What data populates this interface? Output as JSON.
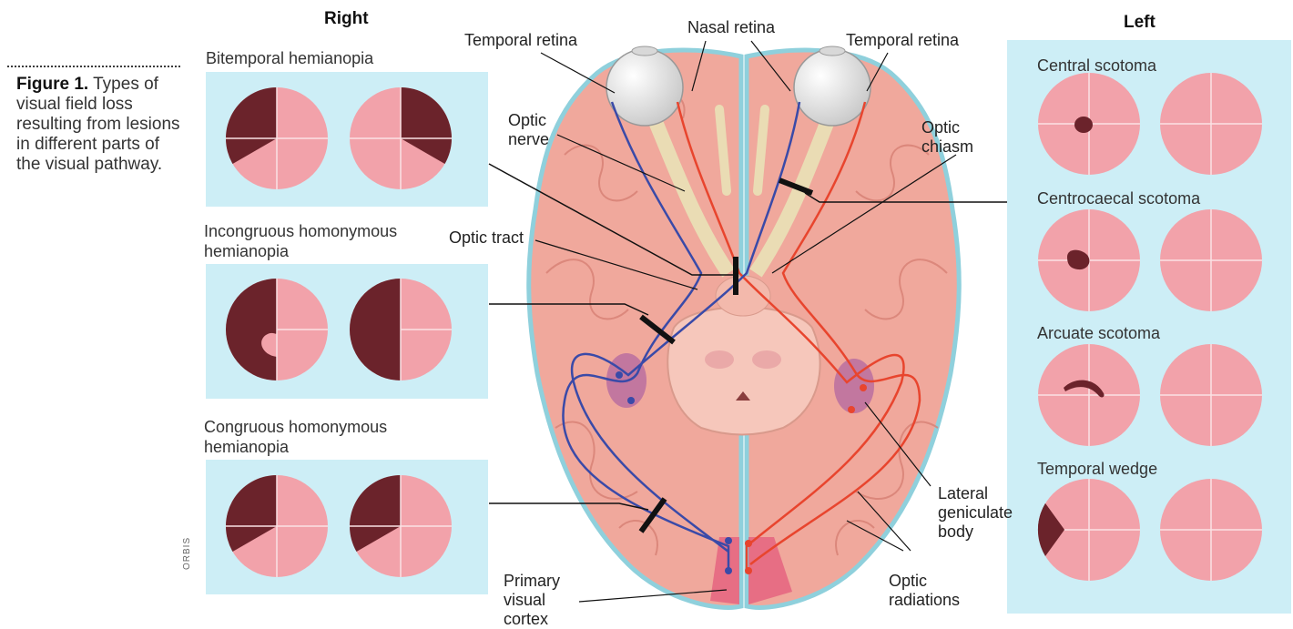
{
  "caption": {
    "figure_label": "Figure 1.",
    "text": "Types of visual field loss resulting from lesions in different parts of the visual pathway."
  },
  "columns": {
    "right": "Right",
    "left": "Left"
  },
  "right_panels": [
    {
      "label": "Bitemporal hemianopia"
    },
    {
      "label": "Incongruous homonymous hemianopia"
    },
    {
      "label": "Congruous homonymous hemianopia"
    }
  ],
  "left_panels": [
    {
      "label": "Central scotoma"
    },
    {
      "label": "Centrocaecal scotoma"
    },
    {
      "label": "Arcuate scotoma"
    },
    {
      "label": "Temporal wedge"
    }
  ],
  "anatomy_labels": {
    "temporal_retina_right": "Temporal retina",
    "nasal_retina": "Nasal retina",
    "temporal_retina_left": "Temporal retina",
    "optic_nerve": "Optic nerve",
    "optic_chiasm": "Optic chiasm",
    "optic_tract": "Optic tract",
    "lateral_geniculate_body": "Lateral geniculate body",
    "optic_radiations": "Optic radiations",
    "primary_visual_cortex": "Primary visual cortex"
  },
  "credit": "ORBIS",
  "colors": {
    "panel_bg": "#cdeef6",
    "field_normal": "#f2a2aa",
    "field_loss": "#6b232b",
    "brain": "#f0a89c",
    "nasal_pathway": "#3a4aa8",
    "temporal_pathway": "#e8452e"
  }
}
